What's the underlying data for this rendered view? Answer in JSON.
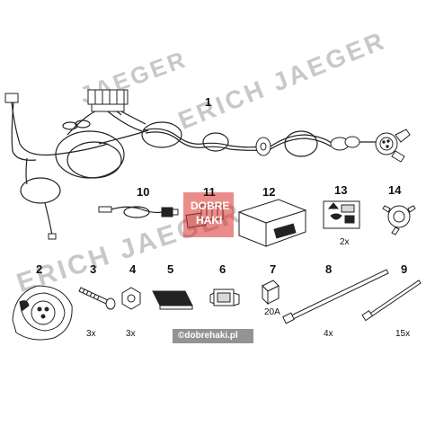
{
  "watermark": {
    "brand_line_1": "JAEGER",
    "brand_line_2": "ERICH JAEGER",
    "brand_line_3": "ERICH JAEGER",
    "stamp_1": "DOBRE",
    "stamp_2": "HAKI"
  },
  "site_credit": "©dobrehaki.pl",
  "items": {
    "harness": {
      "number": "1"
    },
    "socket": {
      "number": "2"
    },
    "screw": {
      "number": "3",
      "qty": "3x"
    },
    "nut": {
      "number": "4",
      "qty": "3x"
    },
    "pad": {
      "number": "5"
    },
    "connector_housing": {
      "number": "6"
    },
    "fuse": {
      "number": "7",
      "rating": "20A"
    },
    "cable_tie_large": {
      "number": "8",
      "qty": "4x"
    },
    "cable_tie_small": {
      "number": "9",
      "qty": "15x"
    },
    "sensor_cable": {
      "number": "10"
    },
    "plug_connector": {
      "number": "11"
    },
    "control_module": {
      "number": "12"
    },
    "instruction_sticker": {
      "number": "13",
      "qty": "2x"
    },
    "gasket": {
      "number": "14"
    }
  }
}
